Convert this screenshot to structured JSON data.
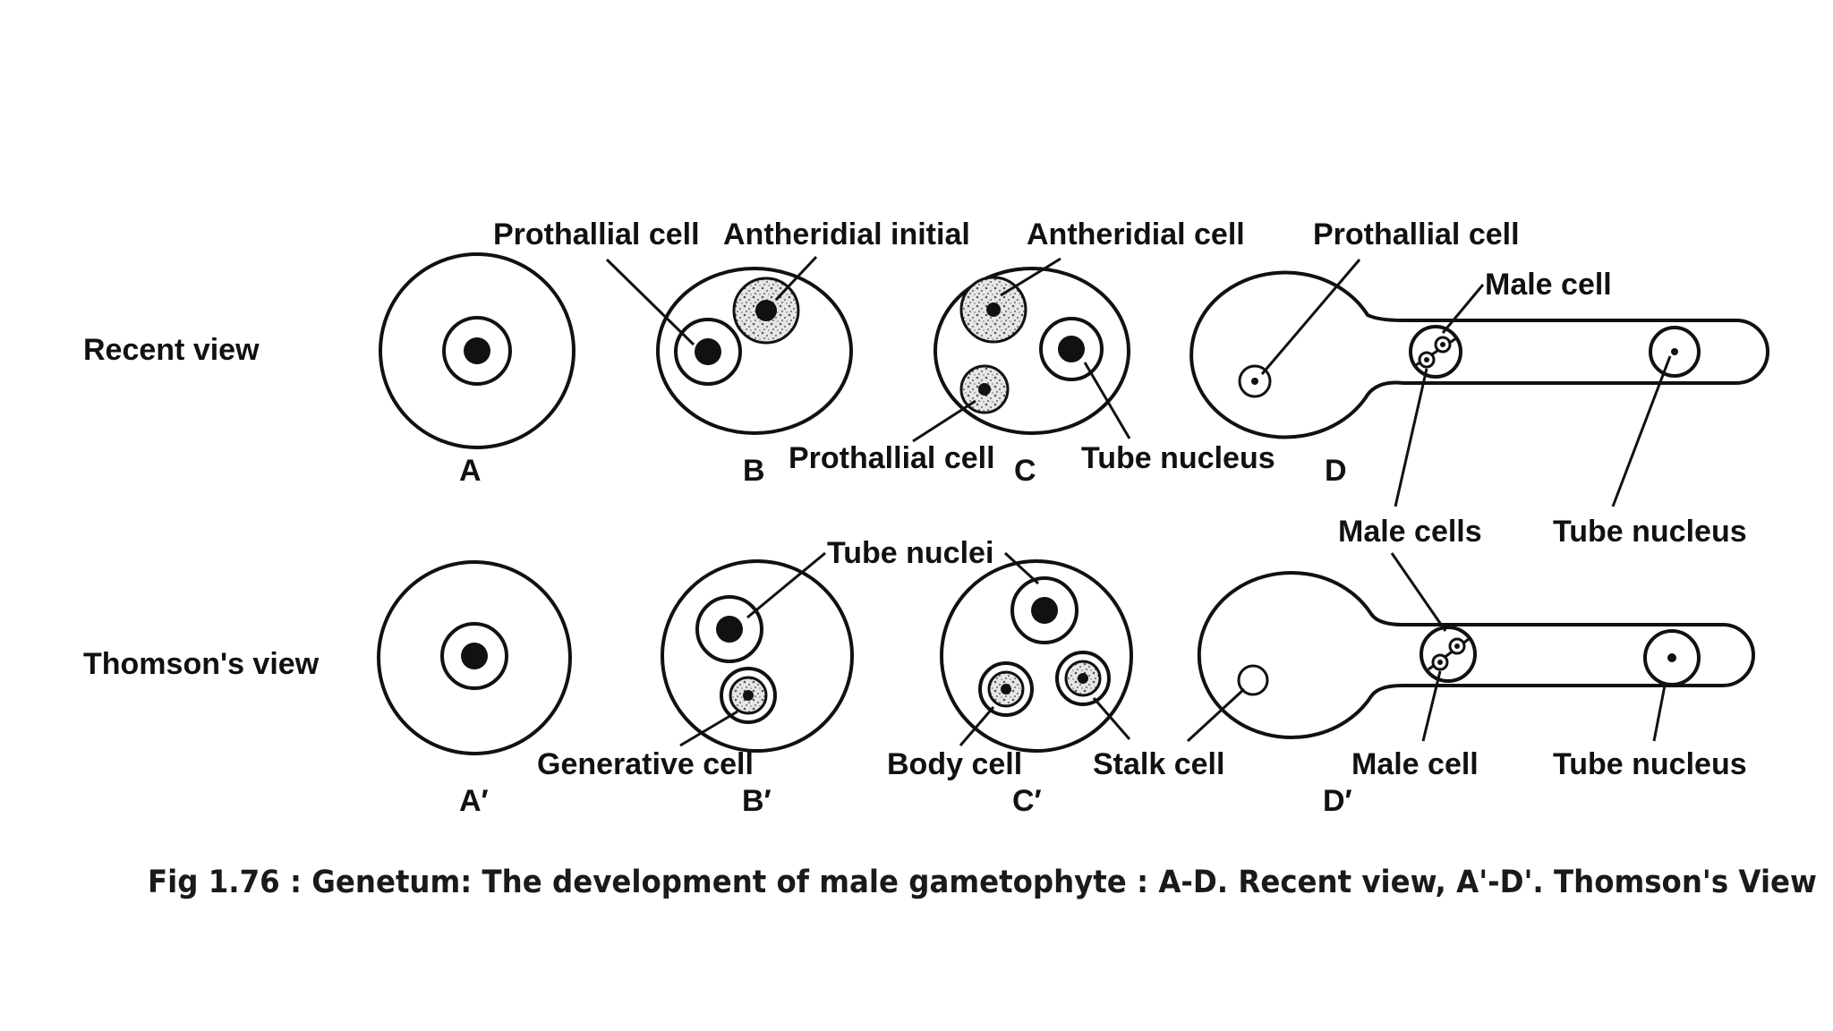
{
  "rows": {
    "recent": "Recent view",
    "thomson": "Thomson's view"
  },
  "letters": {
    "A": "A",
    "B": "B",
    "C": "C",
    "D": "D",
    "A2": "A′",
    "B2": "B′",
    "C2": "C′",
    "D2": "D′"
  },
  "labels": {
    "b_prothallial": "Prothallial cell",
    "b_antheridial_initial": "Antheridial initial",
    "c_antheridial_cell": "Antheridial cell",
    "d_prothallial": "Prothallial cell",
    "d_male_cell": "Male cell",
    "c_prothallial": "Prothallial cell",
    "c_tube_nucleus": "Tube nucleus",
    "d_male_cells": "Male cells",
    "d_tube_nucleus": "Tube nucleus",
    "b2_tube_nuclei": "Tube nuclei",
    "b2_generative_cell": "Generative cell",
    "c2_body_cell": "Body cell",
    "c2_stalk_cell": "Stalk cell",
    "d2_male_cell": "Male cell",
    "d2_tube_nucleus": "Tube nucleus"
  },
  "caption": "Fig 1.76 : Genetum: The development of male gametophyte : A-D. Recent view, A'-D'. Thomson's View"
}
